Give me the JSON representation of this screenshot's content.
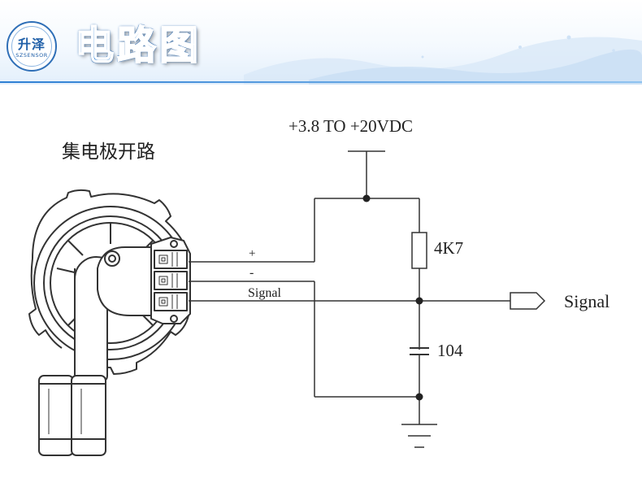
{
  "header": {
    "title": "电路图",
    "logo": {
      "cn": "升泽",
      "en": "SZSENSOR"
    }
  },
  "diagram": {
    "circuit_type_label": "集电极开路",
    "supply_label": "+3.8 TO +20VDC",
    "resistor_label": "4K7",
    "capacitor_label": "104",
    "output_label": "Signal",
    "wires": {
      "plus": "+",
      "minus": "-",
      "signal": "Signal"
    }
  },
  "colors": {
    "title_fill": "#2a7fd8",
    "title_outline": "#1d5ea8",
    "line": "#333333"
  }
}
